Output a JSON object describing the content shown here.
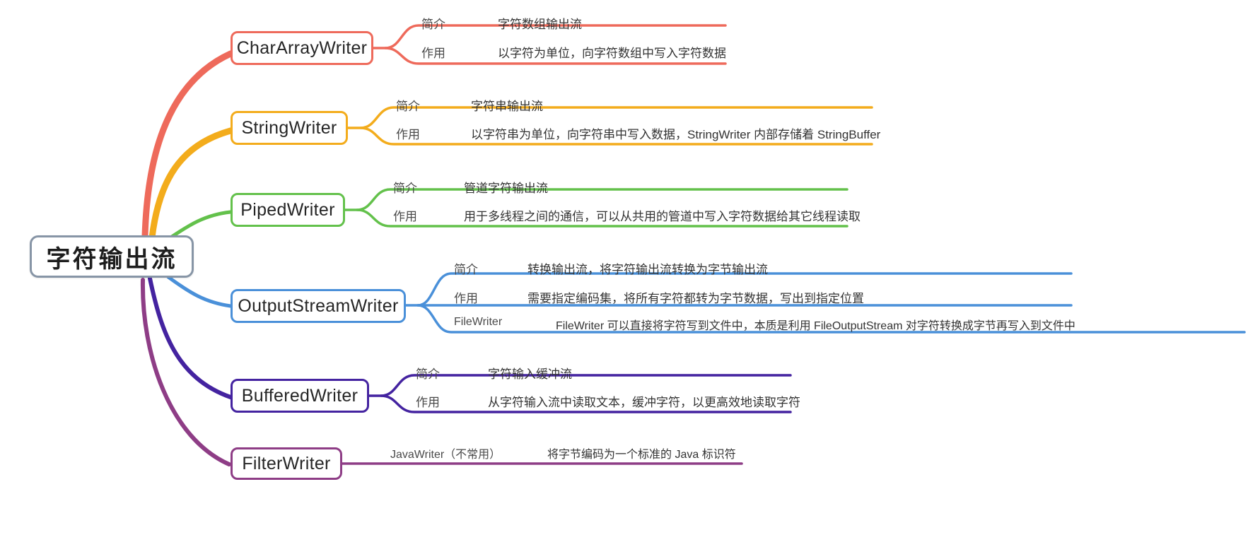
{
  "diagram": {
    "type": "mindmap",
    "title": "字符输出流",
    "root": {
      "label": "字符输出流",
      "color": "#8795a6"
    },
    "branches": [
      {
        "label": "CharArrayWriter",
        "color": "#ee6a5b",
        "items": [
          {
            "key": "简介",
            "value": "字符数组输出流"
          },
          {
            "key": "作用",
            "value": "以字符为单位，向字符数组中写入字符数据"
          }
        ]
      },
      {
        "label": "StringWriter",
        "color": "#f3ac1c",
        "items": [
          {
            "key": "简介",
            "value": "字符串输出流"
          },
          {
            "key": "作用",
            "value": "以字符串为单位，向字符串中写入数据，StringWriter 内部存储着 StringBuffer"
          }
        ]
      },
      {
        "label": "PipedWriter",
        "color": "#63c14b",
        "items": [
          {
            "key": "简介",
            "value": "管道字符输出流"
          },
          {
            "key": "作用",
            "value": "用于多线程之间的通信，可以从共用的管道中写入字符数据给其它线程读取"
          }
        ]
      },
      {
        "label": "OutputStreamWriter",
        "color": "#4a90d9",
        "items": [
          {
            "key": "简介",
            "value": "转换输出流，将字符输出流转换为字节输出流"
          },
          {
            "key": "作用",
            "value": "需要指定编码集，将所有字符都转为字节数据，写出到指定位置"
          },
          {
            "key": "FileWriter",
            "value": "FileWriter 可以直接将字符写到文件中，本质是利用 FileOutputStream 对字符转换成字节再写入到文件中"
          }
        ]
      },
      {
        "label": "BufferedWriter",
        "color": "#4423a0",
        "items": [
          {
            "key": "简介",
            "value": "字符输入缓冲流"
          },
          {
            "key": "作用",
            "value": "从字符输入流中读取文本，缓冲字符，以更高效地读取字符"
          }
        ]
      },
      {
        "label": "FilterWriter",
        "color": "#8e3d86",
        "items": [
          {
            "key": "JavaWriter（不常用）",
            "value": "将字节编码为一个标准的 Java 标识符"
          }
        ]
      }
    ]
  }
}
